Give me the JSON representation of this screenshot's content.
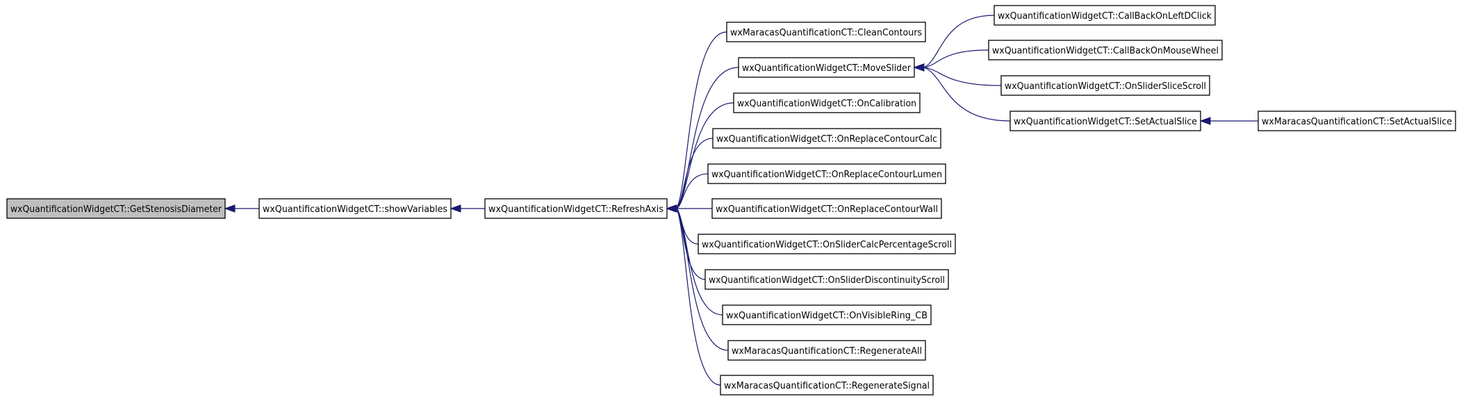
{
  "graph": {
    "nodes": [
      {
        "id": "n0",
        "label": "wxQuantificationWidgetCT::GetStenosisDiameter",
        "highlighted": true
      },
      {
        "id": "n1",
        "label": "wxQuantificationWidgetCT::showVariables"
      },
      {
        "id": "n2",
        "label": "wxQuantificationWidgetCT::RefreshAxis"
      },
      {
        "id": "n3",
        "label": "wxMaracasQuantificationCT::CleanContours"
      },
      {
        "id": "n4",
        "label": "wxQuantificationWidgetCT::MoveSlider"
      },
      {
        "id": "n5",
        "label": "wxQuantificationWidgetCT::OnCalibration"
      },
      {
        "id": "n6",
        "label": "wxQuantificationWidgetCT::OnReplaceContourCalc"
      },
      {
        "id": "n7",
        "label": "wxQuantificationWidgetCT::OnReplaceContourLumen"
      },
      {
        "id": "n8",
        "label": "wxQuantificationWidgetCT::OnReplaceContourWall"
      },
      {
        "id": "n9",
        "label": "wxQuantificationWidgetCT::OnSliderCalcPercentageScroll"
      },
      {
        "id": "n10",
        "label": "wxQuantificationWidgetCT::OnSliderDiscontinuityScroll"
      },
      {
        "id": "n11",
        "label": "wxQuantificationWidgetCT::OnVisibleRing_CB"
      },
      {
        "id": "n12",
        "label": "wxMaracasQuantificationCT::RegenerateAll"
      },
      {
        "id": "n13",
        "label": "wxMaracasQuantificationCT::RegenerateSignal"
      },
      {
        "id": "n14",
        "label": "wxQuantificationWidgetCT::CallBackOnLeftDClick"
      },
      {
        "id": "n15",
        "label": "wxQuantificationWidgetCT::CallBackOnMouseWheel"
      },
      {
        "id": "n16",
        "label": "wxQuantificationWidgetCT::OnSliderSliceScroll"
      },
      {
        "id": "n17",
        "label": "wxQuantificationWidgetCT::SetActualSlice"
      },
      {
        "id": "n18",
        "label": "wxMaracasQuantificationCT::SetActualSlice"
      }
    ],
    "edges": [
      {
        "caller": "n1",
        "callee": "n0"
      },
      {
        "caller": "n2",
        "callee": "n1"
      },
      {
        "caller": "n3",
        "callee": "n2"
      },
      {
        "caller": "n4",
        "callee": "n2"
      },
      {
        "caller": "n5",
        "callee": "n2"
      },
      {
        "caller": "n6",
        "callee": "n2"
      },
      {
        "caller": "n7",
        "callee": "n2"
      },
      {
        "caller": "n8",
        "callee": "n2"
      },
      {
        "caller": "n9",
        "callee": "n2"
      },
      {
        "caller": "n10",
        "callee": "n2"
      },
      {
        "caller": "n11",
        "callee": "n2"
      },
      {
        "caller": "n12",
        "callee": "n2"
      },
      {
        "caller": "n13",
        "callee": "n2"
      },
      {
        "caller": "n14",
        "callee": "n4"
      },
      {
        "caller": "n15",
        "callee": "n4"
      },
      {
        "caller": "n16",
        "callee": "n4"
      },
      {
        "caller": "n17",
        "callee": "n4"
      },
      {
        "caller": "n18",
        "callee": "n17"
      }
    ],
    "colors": {
      "edge": "#191970",
      "node_border": "#000000",
      "node_fill": "#ffffff",
      "highlight_fill": "#bfbfbf"
    }
  }
}
